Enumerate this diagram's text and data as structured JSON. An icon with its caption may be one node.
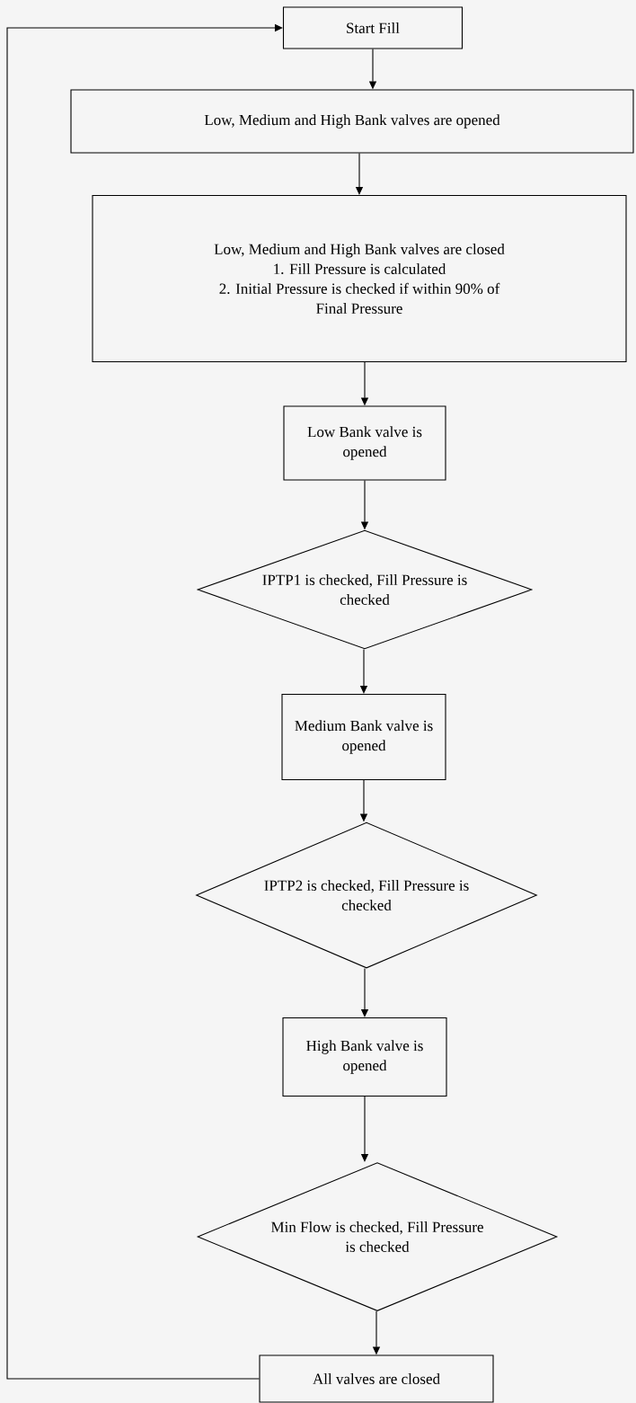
{
  "diagram": {
    "nodes": [
      {
        "text": [
          "Start Fill"
        ]
      },
      {
        "text": [
          "Low, Medium and High Bank valves are opened"
        ]
      },
      {
        "text": [
          "Low, Medium and High Bank valves are closed",
          "1. Fill Pressure is calculated",
          "2. Initial Pressure is checked if within 90% of Final Pressure"
        ]
      },
      {
        "text": [
          "Low Bank valve is opened"
        ]
      },
      {
        "text": [
          "IPTP1 is checked, Fill Pressure is checked"
        ]
      },
      {
        "text": [
          "Medium Bank valve is opened"
        ]
      },
      {
        "text": [
          "IPTP2 is checked, Fill Pressure is checked"
        ]
      },
      {
        "text": [
          "High Bank valve is opened"
        ]
      },
      {
        "text": [
          "Min Flow is checked, Fill Pressure is checked"
        ]
      },
      {
        "text": [
          "All valves are closed"
        ]
      }
    ],
    "edges": [
      {
        "from": 0,
        "to": 1,
        "arrow": "to"
      },
      {
        "from": 1,
        "to": 2,
        "arrow": "to"
      },
      {
        "from": 2,
        "to": 3,
        "arrow": "to"
      },
      {
        "from": 3,
        "to": 4,
        "arrow": "to"
      },
      {
        "from": 4,
        "to": 5,
        "arrow": "to"
      },
      {
        "from": 5,
        "to": 6,
        "arrow": "to"
      },
      {
        "from": 6,
        "to": 7,
        "arrow": "to"
      },
      {
        "from": 7,
        "to": 8,
        "arrow": "to"
      },
      {
        "from": 8,
        "to": 9,
        "arrow": "to"
      },
      {
        "from": 9,
        "to": 0,
        "arrow": "to"
      }
    ]
  }
}
